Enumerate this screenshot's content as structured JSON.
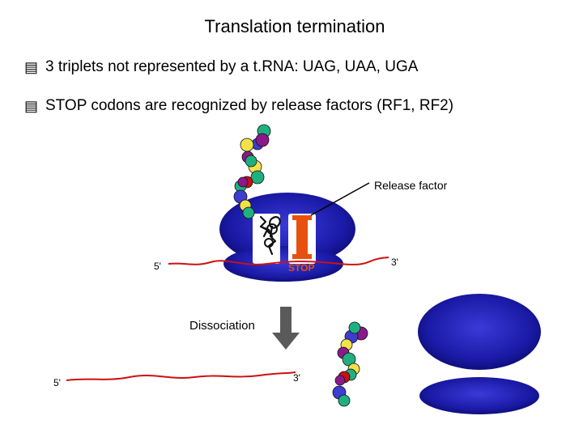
{
  "title": "Translation termination",
  "bullets": [
    {
      "icon": "note-pages-icon",
      "glyph": "🗐",
      "text": "3 triplets not represented by a t.RNA:  UAG, UAA, UGA"
    },
    {
      "icon": "note-pages-icon",
      "glyph": "🗐",
      "text": "STOP codons are recognized by release factors (RF1, RF2)"
    }
  ],
  "labels": {
    "release_factor": "Release factor",
    "five_prime_top": "5'",
    "three_prime_top": "3'",
    "stop": "STOP",
    "dissociation": "Dissociation",
    "five_prime_bottom": "5'",
    "three_prime_bottom": "3'"
  },
  "colors": {
    "ribosome": "#1a1aa6",
    "mrna": "#cc1111",
    "release_factor": "#e8500e",
    "arrow": "#555555"
  }
}
